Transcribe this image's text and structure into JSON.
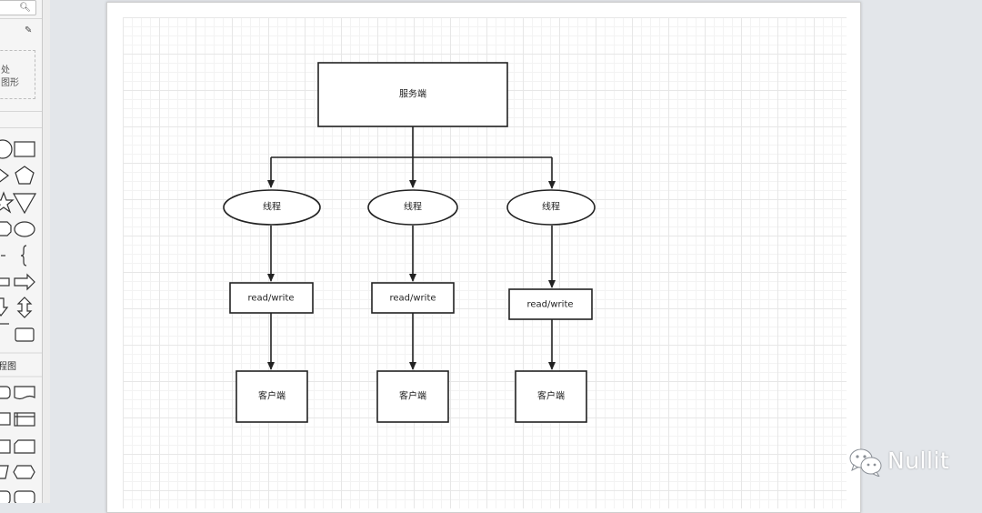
{
  "sidebar": {
    "search_icon": "magnifier-icon",
    "scratchpad_icon": "edit-icon",
    "drop_hint_line1": "处",
    "drop_hint_line2": "图形",
    "section_flowchart": "程图"
  },
  "diagram": {
    "server": {
      "label": "服务端"
    },
    "threads": [
      {
        "label": "线程"
      },
      {
        "label": "线程"
      },
      {
        "label": "线程"
      }
    ],
    "io": [
      {
        "label": "read/write"
      },
      {
        "label": "read/write"
      },
      {
        "label": "read/write"
      }
    ],
    "clients": [
      {
        "label": "客户端"
      },
      {
        "label": "客户端"
      },
      {
        "label": "客户端"
      }
    ],
    "colors": {
      "stroke": "#222222",
      "fill": "#ffffff",
      "grid": "#e7e7e7"
    }
  },
  "watermark": {
    "label": "Nullit",
    "icon": "wechat-icon"
  }
}
